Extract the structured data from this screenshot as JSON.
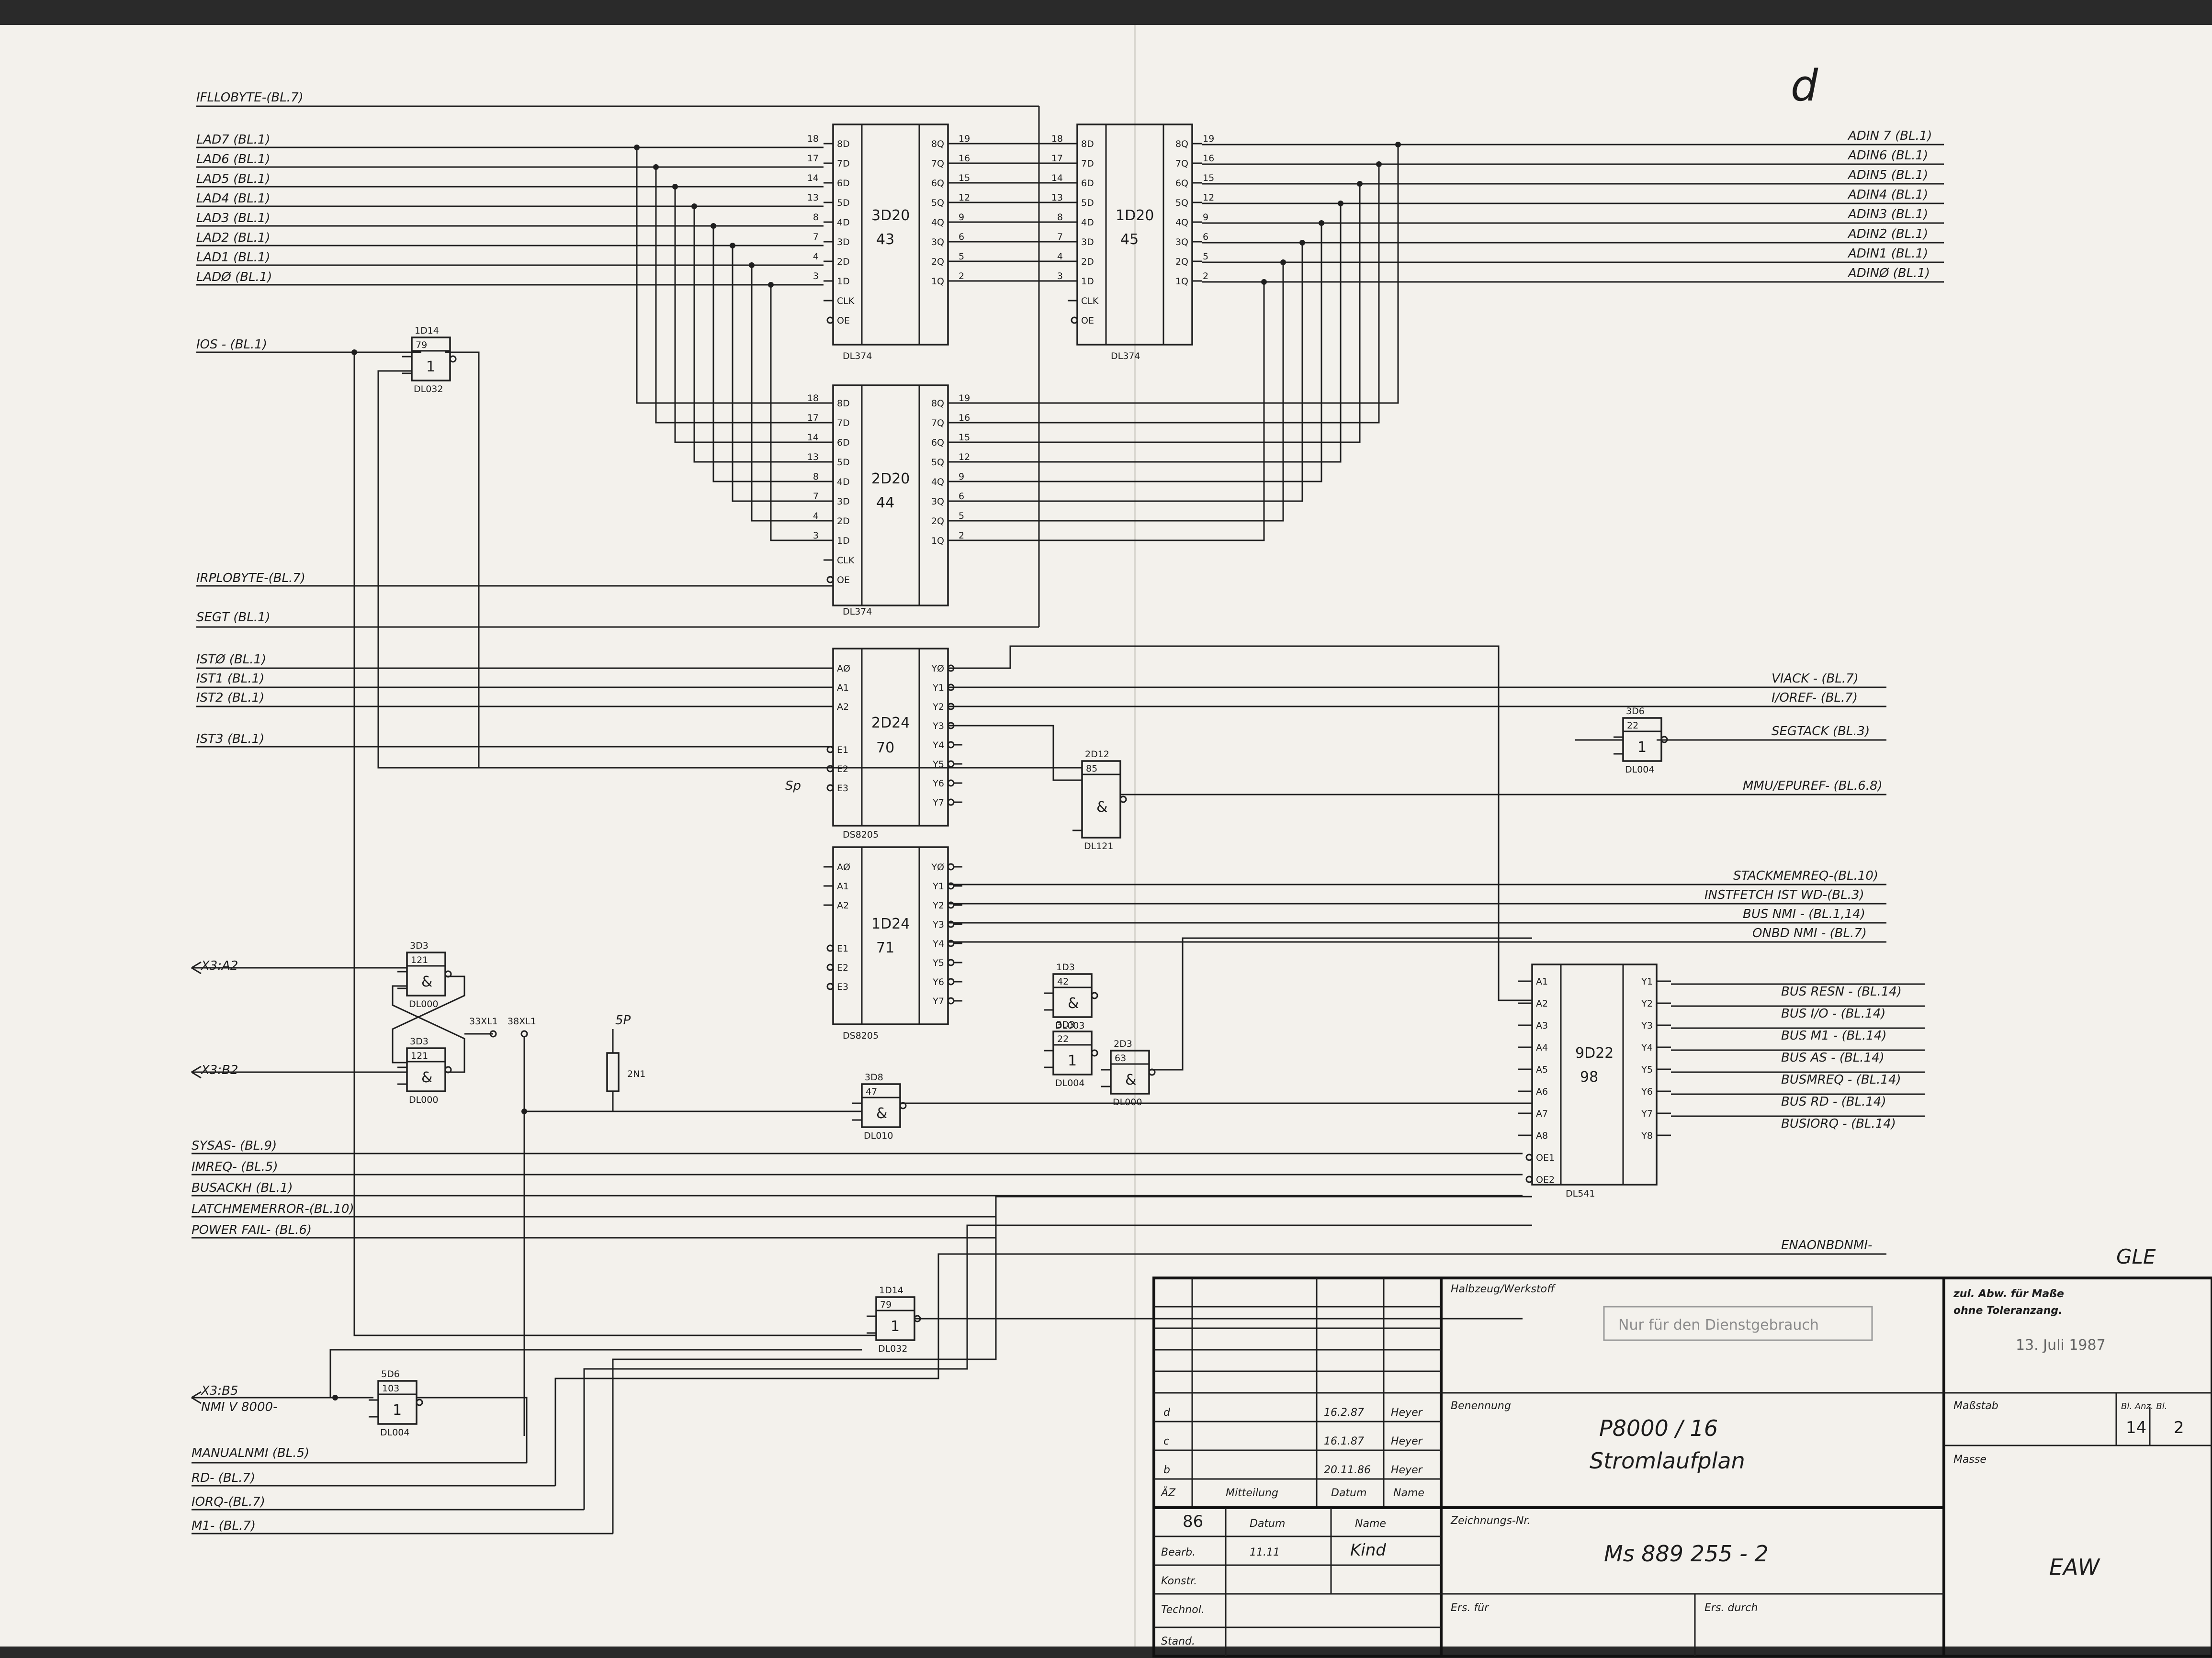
{
  "corner_note": "d",
  "corner_right": "GLE",
  "left_signals": [
    {
      "id": "iff",
      "label": "IFLLOBYTE-(BL.7)"
    },
    {
      "id": "lad7",
      "label": "LAD7  (BL.1)"
    },
    {
      "id": "lad6",
      "label": "LAD6  (BL.1)"
    },
    {
      "id": "lad5",
      "label": "LAD5  (BL.1)"
    },
    {
      "id": "lad4",
      "label": "LAD4  (BL.1)"
    },
    {
      "id": "lad3",
      "label": "LAD3  (BL.1)"
    },
    {
      "id": "lad2",
      "label": "LAD2  (BL.1)"
    },
    {
      "id": "lad1",
      "label": "LAD1  (BL.1)"
    },
    {
      "id": "lad0",
      "label": "LADØ  (BL.1)"
    },
    {
      "id": "ios",
      "label": "IOS - (BL.1)"
    },
    {
      "id": "irp",
      "label": "IRPLOBYTE-(BL.7)"
    },
    {
      "id": "segt",
      "label": "SEGT     (BL.1)"
    },
    {
      "id": "st0",
      "label": "ISTØ     (BL.1)"
    },
    {
      "id": "st1",
      "label": "IST1     (BL.1)"
    },
    {
      "id": "st2",
      "label": "IST2     (BL.1)"
    },
    {
      "id": "st3",
      "label": "IST3     (BL.1)"
    },
    {
      "id": "x3a2",
      "label": "X3:A2"
    },
    {
      "id": "x3b2",
      "label": "X3:B2"
    },
    {
      "id": "sysas",
      "label": "SYSAS-   (BL.9)"
    },
    {
      "id": "imreq",
      "label": "IMREQ-   (BL.5)"
    },
    {
      "id": "busack",
      "label": "BUSACKH  (BL.1)"
    },
    {
      "id": "latch",
      "label": "LATCHMEMERROR-(BL.10)"
    },
    {
      "id": "pfail",
      "label": "POWER FAIL- (BL.6)"
    },
    {
      "id": "x3b5",
      "label": "X3:B5"
    },
    {
      "id": "nmiv",
      "label": "NMI V 8000-"
    },
    {
      "id": "mnmi",
      "label": "MANUALNMI (BL.5)"
    },
    {
      "id": "rd",
      "label": "RD-  (BL.7)"
    },
    {
      "id": "iorq",
      "label": "IORQ-(BL.7)"
    },
    {
      "id": "m1",
      "label": "M1-  (BL.7)"
    }
  ],
  "right_signals": [
    {
      "id": "adin7",
      "label": "ADIN 7  (BL.1)"
    },
    {
      "id": "adin6",
      "label": "ADIN6  (BL.1)"
    },
    {
      "id": "adin5",
      "label": "ADIN5  (BL.1)"
    },
    {
      "id": "adin4",
      "label": "ADIN4  (BL.1)"
    },
    {
      "id": "adin3",
      "label": "ADIN3  (BL.1)"
    },
    {
      "id": "adin2",
      "label": "ADIN2  (BL.1)"
    },
    {
      "id": "adin1",
      "label": "ADIN1  (BL.1)"
    },
    {
      "id": "adin0",
      "label": "ADINØ  (BL.1)"
    },
    {
      "id": "viack",
      "label": "VIACK -  (BL.7)"
    },
    {
      "id": "ioref",
      "label": "I/OREF- (BL.7)"
    },
    {
      "id": "segtack",
      "label": "SEGTACK  (BL.3)"
    },
    {
      "id": "mmu",
      "label": "MMU/EPUREF- (BL.6.8)"
    },
    {
      "id": "stackmem",
      "label": "STACKMEMREQ-(BL.10)"
    },
    {
      "id": "instfetch",
      "label": "INSTFETCH IST WD-(BL.3)"
    },
    {
      "id": "busnmi",
      "label": "BUS NMI - (BL.1,14)"
    },
    {
      "id": "onbdnmi",
      "label": "ONBD NMI - (BL.7)"
    },
    {
      "id": "enaonbd",
      "label": "ENAONBDNMI-"
    },
    {
      "id": "busresn",
      "label": "BUS RESN -   (BL.14)"
    },
    {
      "id": "busio",
      "label": "BUS I/O -   (BL.14)"
    },
    {
      "id": "busm1",
      "label": "BUS M1 -   (BL.14)"
    },
    {
      "id": "busas",
      "label": "BUS AS -   (BL.14)"
    },
    {
      "id": "busmreq",
      "label": "BUSMREQ -   (BL.14)"
    },
    {
      "id": "busrd",
      "label": "BUS RD -   (BL.14)"
    },
    {
      "id": "busiorq",
      "label": "BUSIORQ -   (BL.14)"
    }
  ],
  "chips": {
    "c3d20": {
      "ref": "3D20",
      "num": "43",
      "type": "DL374"
    },
    "c1d20": {
      "ref": "1D20",
      "num": "45",
      "type": "DL374"
    },
    "c2d20": {
      "ref": "2D20",
      "num": "44",
      "type": "DL374"
    },
    "c2d24": {
      "ref": "2D24",
      "num": "70",
      "type": "DS8205"
    },
    "c1d24": {
      "ref": "1D24",
      "num": "71",
      "type": "DS8205"
    },
    "c9d22": {
      "ref": "9D22",
      "num": "98",
      "type": "DL541"
    }
  },
  "gates": {
    "g1d14a": {
      "ref": "1D14",
      "num": "79",
      "sym": "1",
      "type": "DL032"
    },
    "g3d6": {
      "ref": "3D6",
      "num": "22",
      "sym": "1",
      "type": "DL004"
    },
    "g2d12": {
      "ref": "2D12",
      "num": "85",
      "sym": "&",
      "type": "DL121"
    },
    "g3d3a": {
      "ref": "3D3",
      "num": "121",
      "sym": "&",
      "type": "DL000"
    },
    "g3d3b": {
      "ref": "3D3",
      "num": "121",
      "sym": "&",
      "type": "DL000"
    },
    "g3d8": {
      "ref": "3D8",
      "num": "47",
      "sym": "&",
      "type": "DL010"
    },
    "g1d14b": {
      "ref": "1D14",
      "num": "79",
      "sym": "1",
      "type": "DL032"
    },
    "g5d6": {
      "ref": "5D6",
      "num": "103",
      "sym": "1",
      "type": "DL004"
    },
    "g2d3": {
      "ref": "2D3",
      "num": "63",
      "sym": "&",
      "type": "DL000"
    },
    "g3d3c": {
      "ref": "3D3",
      "num": "22",
      "sym": "1",
      "type": "DL004"
    },
    "g42": {
      "ref": "1D3",
      "num": "42",
      "sym": "&",
      "type": "DL003"
    }
  },
  "misc": {
    "sp": "5P",
    "res": "2N1",
    "x33": "33XL1",
    "x38": "38XL1",
    "spl": "Sp"
  },
  "register_pins": {
    "d_in": [
      "8D",
      "7D",
      "6D",
      "5D",
      "4D",
      "3D",
      "2D",
      "1D"
    ],
    "q_out": [
      "8Q",
      "7Q",
      "6Q",
      "5Q",
      "4Q",
      "3Q",
      "2Q",
      "1Q"
    ],
    "d_pin": [
      "18",
      "17",
      "14",
      "13",
      "8",
      "7",
      "4",
      "3"
    ],
    "q_pin": [
      "19",
      "16",
      "15",
      "12",
      "9",
      "6",
      "5",
      "2"
    ],
    "clk": "CLK",
    "oe": "OE"
  },
  "decoder_pins": {
    "a": [
      "AØ",
      "A1",
      "A2"
    ],
    "e": [
      "E1",
      "E2",
      "E3"
    ],
    "y": [
      "YØ",
      "Y1",
      "Y2",
      "Y3",
      "Y4",
      "Y5",
      "Y6",
      "Y7"
    ]
  },
  "buffer_pins": {
    "a": [
      "A1",
      "A2",
      "A3",
      "A4",
      "A5",
      "A6",
      "A7",
      "A8"
    ],
    "y": [
      "Y1",
      "Y2",
      "Y3",
      "Y4",
      "Y5",
      "Y6",
      "Y7",
      "Y8"
    ],
    "oe": [
      "OE1",
      "OE2"
    ]
  },
  "title_block": {
    "halbzeug": "Halbzeug/Werkstoff",
    "stamp": "Nur für den Dienstgebrauch",
    "zul": "zul. Abw. für Maße",
    "zul2": "ohne Toleranzang.",
    "date_stamp": "13. Juli 1987",
    "benennung": "Benennung",
    "name1": "P8000 / 16",
    "name2": "Stromlaufplan",
    "massstab": "Maßstab",
    "bl_anz": "Bl. Anz. Bl.",
    "bl_no": "14",
    "bl_total": "2",
    "masse": "Masse",
    "zeichnungs": "Zeichnungs-Nr.",
    "drawing_no": "Ms  889 255  - 2",
    "ers_fuer": "Ers. für",
    "ers_durch": "Ers. durch",
    "company": "EAW",
    "col_az": "ÄZ",
    "col_mitteilung": "Mitteilung",
    "col_datum": "Datum",
    "col_name": "Name",
    "rev_rows": [
      {
        "az": "d",
        "datum": "16.2.87",
        "name": "Heyer"
      },
      {
        "az": "c",
        "datum": "16.1.87",
        "name": "Heyer"
      },
      {
        "az": "b",
        "datum": "20.11.86",
        "name": "Heyer"
      }
    ],
    "year": "86",
    "bearb": "Bearb.",
    "bearb_datum": "11.11",
    "bearb_name": "Kind",
    "konstr": "Konstr.",
    "technol": "Technol.",
    "stand": "Stand.",
    "datum_h": "Datum",
    "name_h": "Name"
  }
}
